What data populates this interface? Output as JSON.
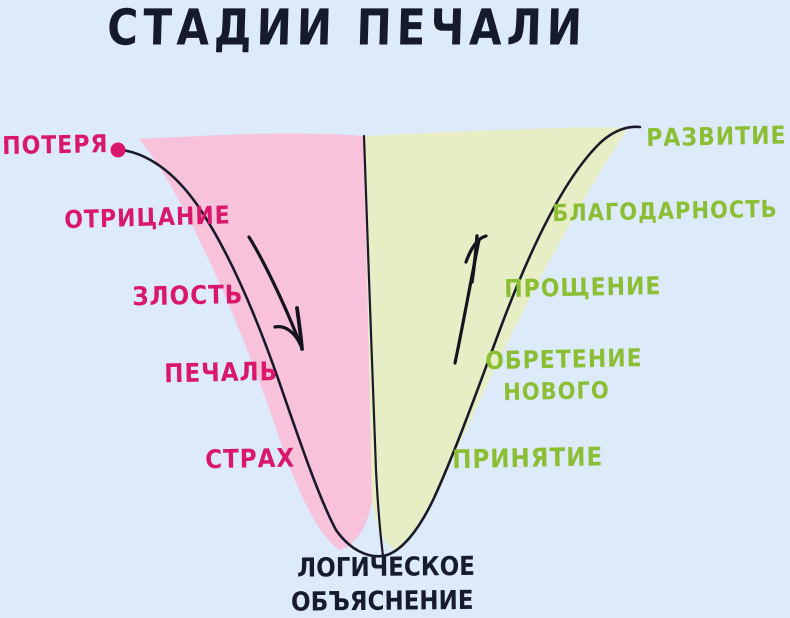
{
  "title": "СТАДИИ ПЕЧАЛИ",
  "colors": {
    "background": "#dceafa",
    "pink_fill": "#f7c2da",
    "green_fill": "#e7eec6",
    "pink_text": "#d9176b",
    "green_text": "#8cbe33",
    "dark_text": "#161c2c",
    "outline": "#1a1a28",
    "start_dot": "#d9176b"
  },
  "left_stages": {
    "heading": "ПОТЕРЯ",
    "items": [
      {
        "label": "ОТРИЦАНИЕ"
      },
      {
        "label": "ЗЛОСТЬ"
      },
      {
        "label": "ПЕЧАЛЬ"
      },
      {
        "label": "СТРАХ"
      }
    ]
  },
  "right_stages": {
    "heading": "РАЗВИТИЕ",
    "items": [
      {
        "label": "БЛАГОДАРНОСТЬ"
      },
      {
        "label": "ПРОЩЕНИЕ"
      },
      {
        "label": "ОБРЕТЕНИЕ"
      },
      {
        "label": "НОВОГО"
      },
      {
        "label": "ПРИНЯТИЕ"
      }
    ]
  },
  "bottom": {
    "line1": "ЛОГИЧЕСКОЕ",
    "line2": "ОБЪЯСНЕНИЕ"
  },
  "icons": {
    "start_dot": "dot-marker",
    "descending_arrow": "arrow-down-icon",
    "ascending_arrow": "arrow-up-icon"
  },
  "chart_data": {
    "type": "diagram",
    "title": "СТАДИИ ПЕЧАЛИ",
    "shape": "V-shaped grief funnel split into a descending (pink) half and an ascending (green) half",
    "descent_sequence": [
      "ПОТЕРЯ",
      "ОТРИЦАНИЕ",
      "ЗЛОСТЬ",
      "ПЕЧАЛЬ",
      "СТРАХ"
    ],
    "trough": [
      "ЛОГИЧЕСКОЕ",
      "ОБЪЯСНЕНИЕ"
    ],
    "ascent_sequence": [
      "ПРИНЯТИЕ",
      "ОБРЕТЕНИЕ НОВОГО",
      "ПРОЩЕНИЕ",
      "БЛАГОДАРНОСТЬ",
      "РАЗВИТИЕ"
    ]
  }
}
